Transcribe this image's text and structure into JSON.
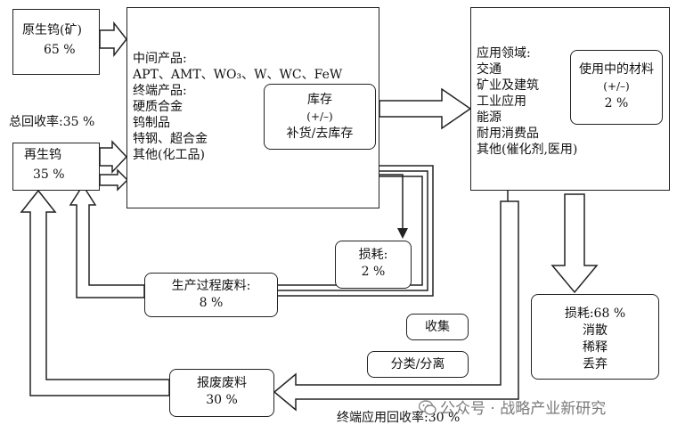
{
  "primary_tungsten": {
    "label": "原生钨(矿)",
    "value": "65 %"
  },
  "recycled_tungsten": {
    "label": "再生钨",
    "value": "35 %"
  },
  "total_recovery": "总回收率:35 %",
  "products": {
    "intermediate_title": "中间产品:",
    "intermediate_items": "APT、AMT、WO₃、W、WC、FeW",
    "end_title": "终端产品:",
    "end_items": [
      "硬质合金",
      "钨制品",
      "特钢、超合金",
      "其他(化工品)"
    ]
  },
  "inventory": {
    "label": "库存",
    "sign": "(+/–)",
    "note": "补货/去库存"
  },
  "applications": {
    "title": "应用领域:",
    "items": [
      "交通",
      "矿业及建筑",
      "工业应用",
      "能源",
      "耐用消费品",
      "其他(催化剂,医用)"
    ]
  },
  "in_use": {
    "label": "使用中的材料",
    "sign": "(+/–)",
    "value": "2 %"
  },
  "loss_small": {
    "label": "损耗:",
    "value": "2 %"
  },
  "loss_large": {
    "label": "损耗:68 %",
    "items": [
      "消散",
      "稀释",
      "丢弃"
    ]
  },
  "process_scrap": {
    "label": "生产过程废料:",
    "value": "8 %"
  },
  "end_scrap": {
    "label": "报废废料",
    "value": "30 %"
  },
  "collection": "收集",
  "sorting": "分类/分离",
  "end_recovery": "终端应用回收率:30 %",
  "watermark": "公众号 · 战略产业新研究"
}
